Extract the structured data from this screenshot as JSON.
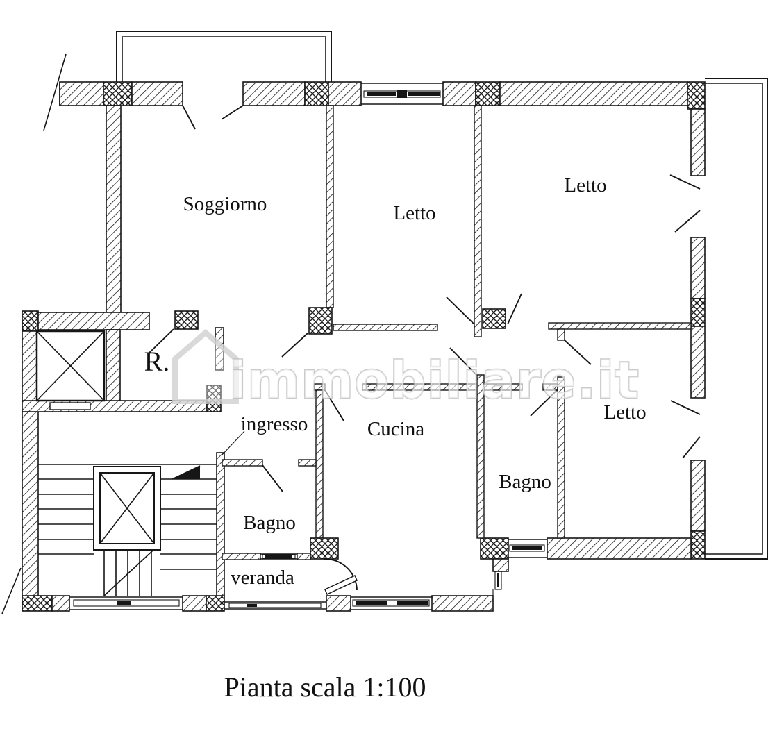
{
  "caption": "Pianta scala 1:100",
  "watermark": {
    "text": "immobiliare.it"
  },
  "rooms": [
    {
      "id": "soggiorno",
      "label": "Soggiorno"
    },
    {
      "id": "letto-1",
      "label": "Letto"
    },
    {
      "id": "letto-2",
      "label": "Letto"
    },
    {
      "id": "letto-3",
      "label": "Letto"
    },
    {
      "id": "cucina",
      "label": "Cucina"
    },
    {
      "id": "bagno-1",
      "label": "Bagno"
    },
    {
      "id": "bagno-2",
      "label": "Bagno"
    },
    {
      "id": "ripostiglio",
      "label": "R."
    },
    {
      "id": "ingresso",
      "label": "ingresso"
    },
    {
      "id": "veranda",
      "label": "veranda"
    }
  ]
}
